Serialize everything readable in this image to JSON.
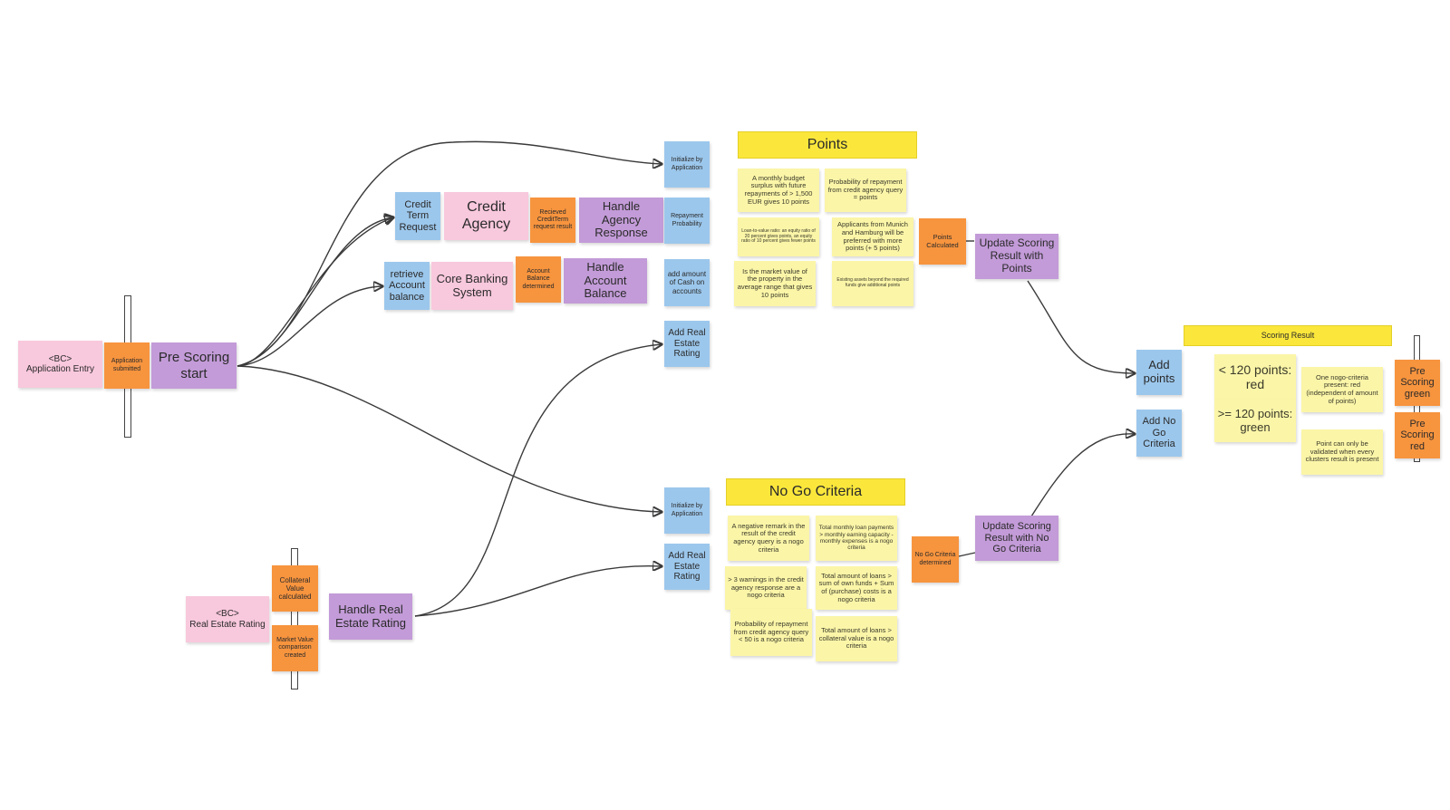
{
  "application_entry": {
    "bc_label": "<BC>\nApplication Entry",
    "application_submitted": "Application submitted",
    "pre_scoring_start": "Pre Scoring start"
  },
  "credit_row": {
    "credit_term_request": "Credit Term Request",
    "credit_agency": "Credit Agency",
    "received_credit_term": "Recieved CreditTerm request result",
    "handle_agency_response": "Handle Agency Response"
  },
  "account_row": {
    "retrieve_account_balance": "retrieve Account balance",
    "core_banking_system": "Core Banking System",
    "account_balance_determined": "Account Balance determined",
    "handle_account_balance": "Handle Account Balance"
  },
  "real_estate": {
    "bc_label": "<BC>\nReal Estate Rating",
    "collateral_value_calculated": "Collateral Value calculated",
    "market_value_comparison": "Market Value comparison created",
    "handle_real_estate_rating": "Handle Real Estate Rating"
  },
  "read_models_points": {
    "initialize_by_application": "Initialize by Application",
    "repayment_probability": "Repayment Probability",
    "cash_on_accounts": "add amount of Cash on accounts",
    "add_real_estate_rating": "Add Real Estate Rating"
  },
  "read_models_nogo": {
    "initialize_by_application": "Initialize by Application",
    "add_real_estate_rating": "Add Real Estate Rating"
  },
  "points": {
    "title": "Points",
    "rules": [
      "A monthly budget surplus with future repayments of > 1,500 EUR gives 10 points",
      "Probability of repayment from credit agency query = points",
      "Loan-to-value ratio: an equity ratio of 20 percent gives points, an equity ratio of 10 percent gives fewer points",
      "Applicants from Munich and Hamburg will be preferred with more points (+ 5 points)",
      "Is the market value of the property in the average range that gives 10 points",
      "Existing assets beyond the required funds give additional points"
    ],
    "points_calculated": "Points Calculated",
    "update_scoring_result": "Update Scoring Result with Points"
  },
  "nogo": {
    "title": "No Go Criteria",
    "rules": [
      "A negative remark in the result of the credit agency query is a nogo criteria",
      "Total monthly loan payments > monthly earning capacity - monthly expenses is a nogo criteria",
      "> 3 warnings in the credit agency response are a nogo criteria",
      "Total amount of loans > sum of own funds + Sum of (purchase) costs is a nogo criteria",
      "Probability of repayment from credit agency query < 50 is a nogo criteria",
      "Total amount of loans > collateral value is a nogo criteria"
    ],
    "nogo_determined": "No Go Criteria determined",
    "update_scoring_result": "Update Scoring Result with No Go Criteria"
  },
  "scoring": {
    "add_points": "Add points",
    "add_nogo": "Add No Go Criteria",
    "title": "Scoring Result",
    "lt120": "< 120 points: red",
    "gte120": ">= 120 points: green",
    "nogo_rule": "One nogo-criteria present: red (independent of amount of points)",
    "validate_rule": "Point can only be validated when every clusters result is present",
    "pre_scoring_green": "Pre Scoring green",
    "pre_scoring_red": "Pre Scoring red"
  },
  "colors": {
    "bounded_context": "#f8c8dc",
    "event": "#f7943e",
    "policy": "#c39bd8",
    "read_model": "#9cc7ec",
    "rule": "#fbf5a8",
    "header": "#fbe73b"
  }
}
